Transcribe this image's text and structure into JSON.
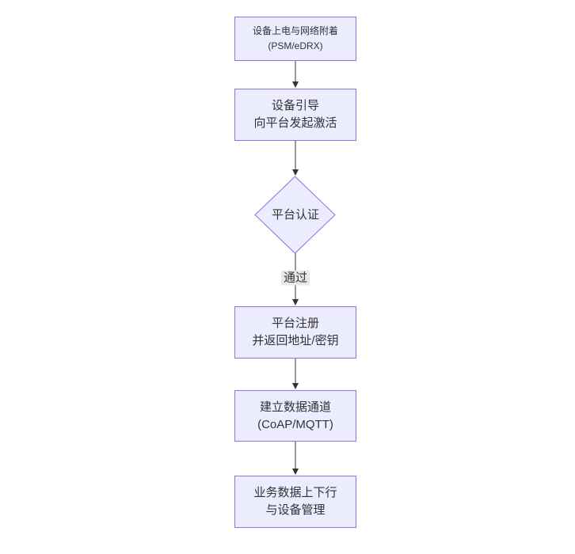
{
  "diagram": {
    "type": "flowchart",
    "direction": "top-down",
    "colors": {
      "background": "#ffffff",
      "node_fill": "#ECECFF",
      "node_border": "#9370DB",
      "arrow": "#333333",
      "text": "#333333",
      "edge_label_bg": "#e8e8e8"
    },
    "nodes": [
      {
        "shape": "rect",
        "lines": [
          "设备上电与网络附着",
          "(PSM/eDRX)"
        ]
      },
      {
        "shape": "rect",
        "lines": [
          "设备引导",
          "向平台发起激活"
        ]
      },
      {
        "shape": "diamond",
        "lines": [
          "平台认证"
        ]
      },
      {
        "shape": "rect",
        "lines": [
          "平台注册",
          "并返回地址/密钥"
        ]
      },
      {
        "shape": "rect",
        "lines": [
          "建立数据通道",
          "(CoAP/MQTT)"
        ]
      },
      {
        "shape": "rect",
        "lines": [
          "业务数据上下行",
          "与设备管理"
        ]
      }
    ],
    "edges": [
      {
        "from": 0,
        "to": 1,
        "label": ""
      },
      {
        "from": 1,
        "to": 2,
        "label": ""
      },
      {
        "from": 2,
        "to": 3,
        "label": "通过"
      },
      {
        "from": 3,
        "to": 4,
        "label": ""
      },
      {
        "from": 4,
        "to": 5,
        "label": ""
      }
    ]
  }
}
